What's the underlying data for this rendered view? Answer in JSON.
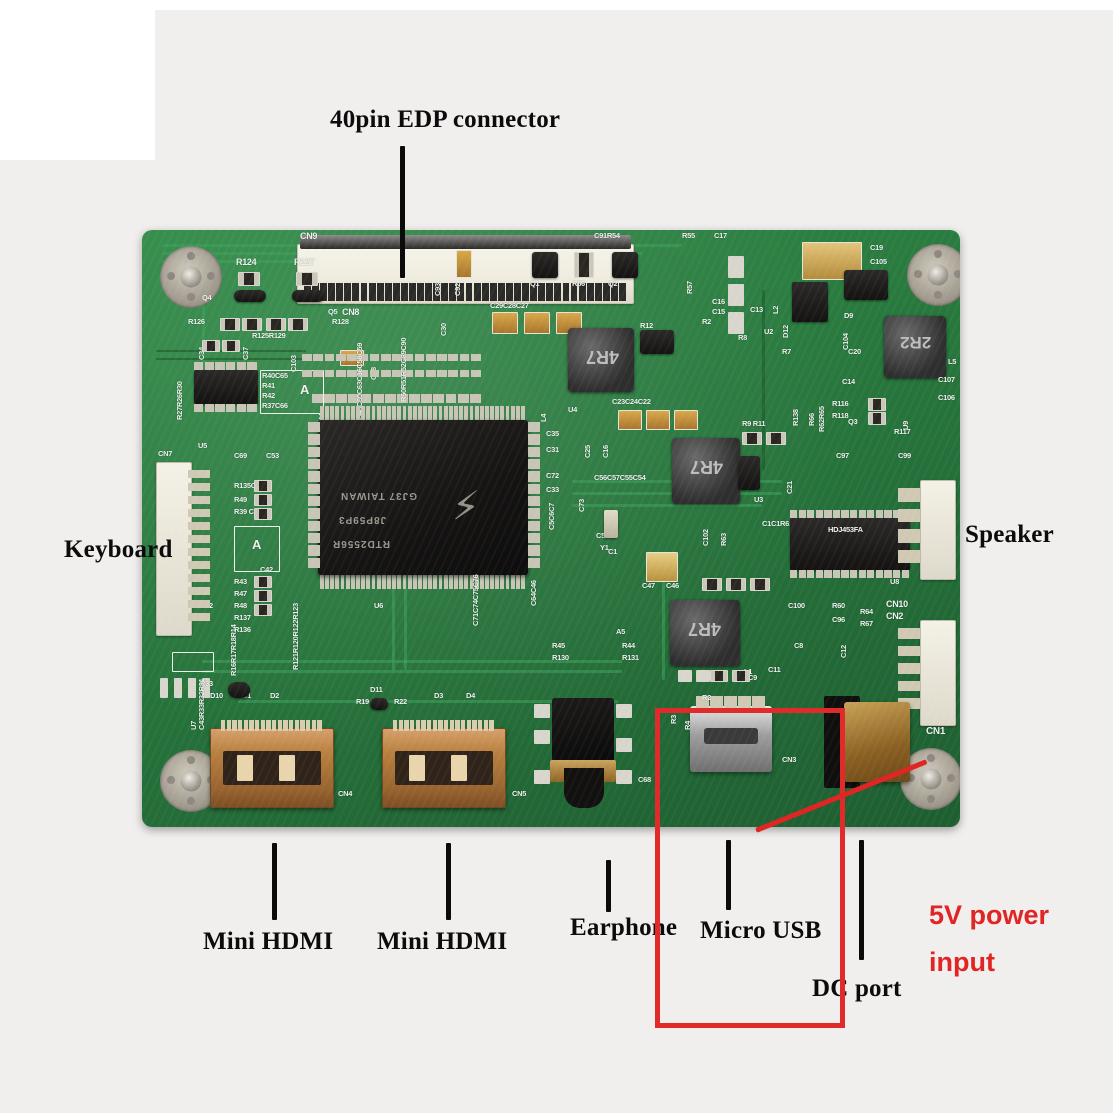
{
  "image": {
    "subject": "LCD controller board photo with callout labels",
    "background_color": "#f1efed",
    "pcb_color": "#2a7d40"
  },
  "annotations": {
    "accent_red": "#e02525",
    "label_color": "#0d0c0c",
    "callouts": [
      {
        "id": "edp",
        "text": "40pin EDP connector",
        "color": "black"
      },
      {
        "id": "keyboard",
        "text": "Keyboard",
        "color": "black"
      },
      {
        "id": "speaker",
        "text": "Speaker",
        "color": "black"
      },
      {
        "id": "hdmi1",
        "text": "Mini HDMI",
        "color": "black"
      },
      {
        "id": "hdmi2",
        "text": "Mini HDMI",
        "color": "black"
      },
      {
        "id": "earphone",
        "text": "Earphone",
        "color": "black"
      },
      {
        "id": "microusb",
        "text": "Micro USB",
        "color": "black"
      },
      {
        "id": "dcport",
        "text": "DC port",
        "color": "black"
      },
      {
        "id": "power1",
        "text": "5V power",
        "color": "#e02525"
      },
      {
        "id": "power2",
        "text": "input",
        "color": "#e02525"
      }
    ]
  },
  "board": {
    "main_ic": {
      "part": "RTD2556R",
      "line2": "J8P59P3",
      "line3": "GJ37 TAIWAN",
      "brand": "Realtek"
    },
    "inductors": [
      "4R7",
      "4R7",
      "4R7",
      "2R2"
    ],
    "connector_refdes": [
      "CN1",
      "CN2",
      "CN3",
      "CN4",
      "CN5",
      "CN7",
      "CN8",
      "CN9",
      "CN10"
    ],
    "silkscreen": [
      "R124",
      "R127",
      "R126",
      "R128",
      "R125",
      "R129",
      "Q4",
      "Q5",
      "C34",
      "C37",
      "C103",
      "C44",
      "C88",
      "R27",
      "R26",
      "R30",
      "R40",
      "C65",
      "R41",
      "R42",
      "R37",
      "C66",
      "A",
      "CN7",
      "U5",
      "C69",
      "C53",
      "R135",
      "C52",
      "R49",
      "R39",
      "C70",
      "C42",
      "R43",
      "R47",
      "R48",
      "R137",
      "R136",
      "R16",
      "R17",
      "R18",
      "R14",
      "R121",
      "R120",
      "R122",
      "R123",
      "R19",
      "D11",
      "R22",
      "D10",
      "D1",
      "D2",
      "D3",
      "D4",
      "C43",
      "R33",
      "R32",
      "R31",
      "U7",
      "CN4",
      "CN5",
      "C64",
      "C46",
      "C74",
      "C75",
      "C76",
      "C71",
      "C73",
      "C47",
      "C45",
      "R45",
      "R130",
      "R44",
      "R131",
      "A5",
      "L1",
      "C11",
      "C12",
      "C8",
      "R60",
      "C96",
      "R64",
      "R67",
      "U8",
      "CN10",
      "CN2",
      "CN1",
      "CN3",
      "C9",
      "R2",
      "R4",
      "C68",
      "C102",
      "R63",
      "C1",
      "C1",
      "R61",
      "CN9",
      "C91",
      "R54",
      "R55",
      "C17",
      "Q1",
      "R56",
      "Q2",
      "R57",
      "C93",
      "C92",
      "C30",
      "C29",
      "C28",
      "C27",
      "R10",
      "R12",
      "C18",
      "C48",
      "R2",
      "R8",
      "U2",
      "R7",
      "C13",
      "D12",
      "L2",
      "C19",
      "C105",
      "C104",
      "C20",
      "C14",
      "D9",
      "L5",
      "C107",
      "C106",
      "U9",
      "R117",
      "R116",
      "R118",
      "R62",
      "R65",
      "Q3",
      "R139",
      "C97",
      "C99",
      "C35",
      "C31",
      "C72",
      "C33",
      "C25",
      "C16",
      "C23",
      "C24",
      "C22",
      "R9",
      "R11",
      "U3",
      "U4",
      "L4",
      "L3",
      "C2",
      "C21",
      "U6",
      "C32",
      "R28",
      "R29",
      "Y1",
      "C3",
      "C4",
      "C5",
      "C6",
      "C7",
      "R138",
      "R66",
      "C87",
      "C60",
      "C50",
      "R50",
      "R51",
      "R52",
      "C89",
      "C90"
    ]
  }
}
